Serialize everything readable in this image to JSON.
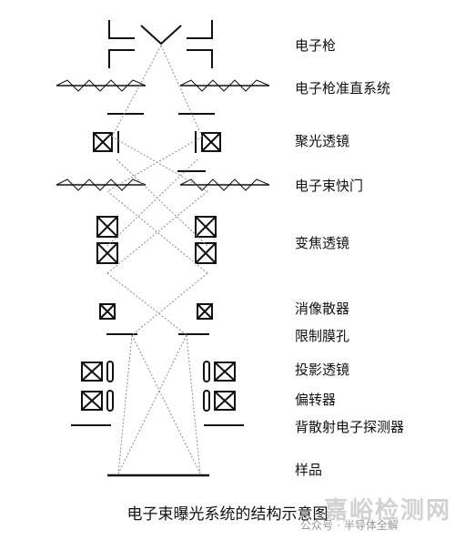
{
  "labels": {
    "electron_gun": "电子枪",
    "gun_alignment": "电子枪准直系统",
    "condenser_lens": "聚光透镜",
    "beam_blanker": "电子束快门",
    "zoom_lens": "变焦透镜",
    "stigmator": "消像散器",
    "limiting_aperture": "限制膜孔",
    "projection_lens": "投影透镜",
    "deflector": "偏转器",
    "backscatter_detector": "背散射电子探测器",
    "sample": "样品"
  },
  "caption": "电子束曝光系统的结构示意图",
  "watermark": {
    "main": "嘉峪检测网",
    "sub_left": "公众号",
    "sub_right": "半导体全解"
  },
  "colors": {
    "line": "#111111",
    "dotted": "#8a8a8a"
  }
}
